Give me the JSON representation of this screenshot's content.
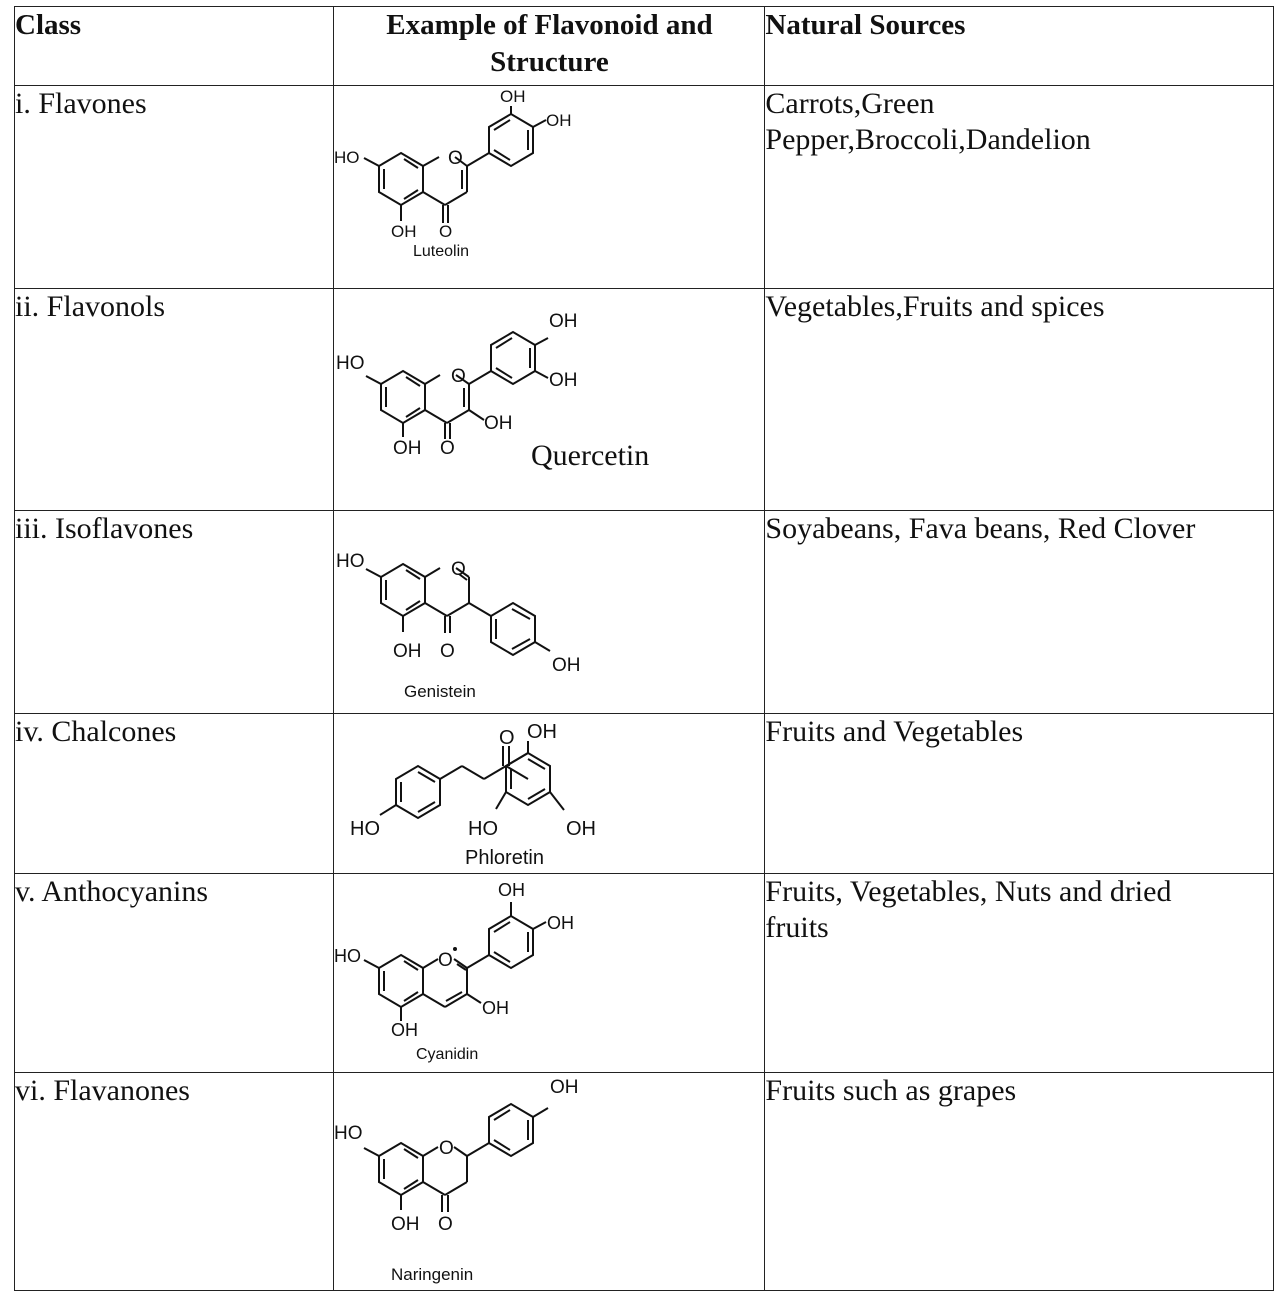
{
  "headers": {
    "class": "Class",
    "example_line1": "Example of Flavonoid and",
    "example_line2": "Structure",
    "sources": "Natural Sources"
  },
  "rows": [
    {
      "class": "i. Flavones",
      "compound": "Luteolin",
      "sources_l1": "Carrots,Green",
      "sources_l2": "Pepper,Broccoli,Dandelion"
    },
    {
      "class": "ii. Flavonols",
      "compound": "Quercetin",
      "sources_l1": "Vegetables,Fruits and spices",
      "sources_l2": ""
    },
    {
      "class": "iii. Isoflavones",
      "compound": "Genistein",
      "sources_l1": "Soyabeans, Fava beans, Red Clover",
      "sources_l2": ""
    },
    {
      "class": "iv. Chalcones",
      "compound": "Phloretin",
      "sources_l1": "Fruits and Vegetables",
      "sources_l2": ""
    },
    {
      "class": "v. Anthocyanins",
      "compound": "Cyanidin",
      "sources_l1": "Fruits, Vegetables, Nuts and dried",
      "sources_l2": "fruits"
    },
    {
      "class": "vi. Flavanones",
      "compound": "Naringenin",
      "sources_l1": "Fruits such as grapes",
      "sources_l2": ""
    }
  ],
  "atoms": {
    "oh": "OH",
    "ho": "HO",
    "o": "O"
  }
}
